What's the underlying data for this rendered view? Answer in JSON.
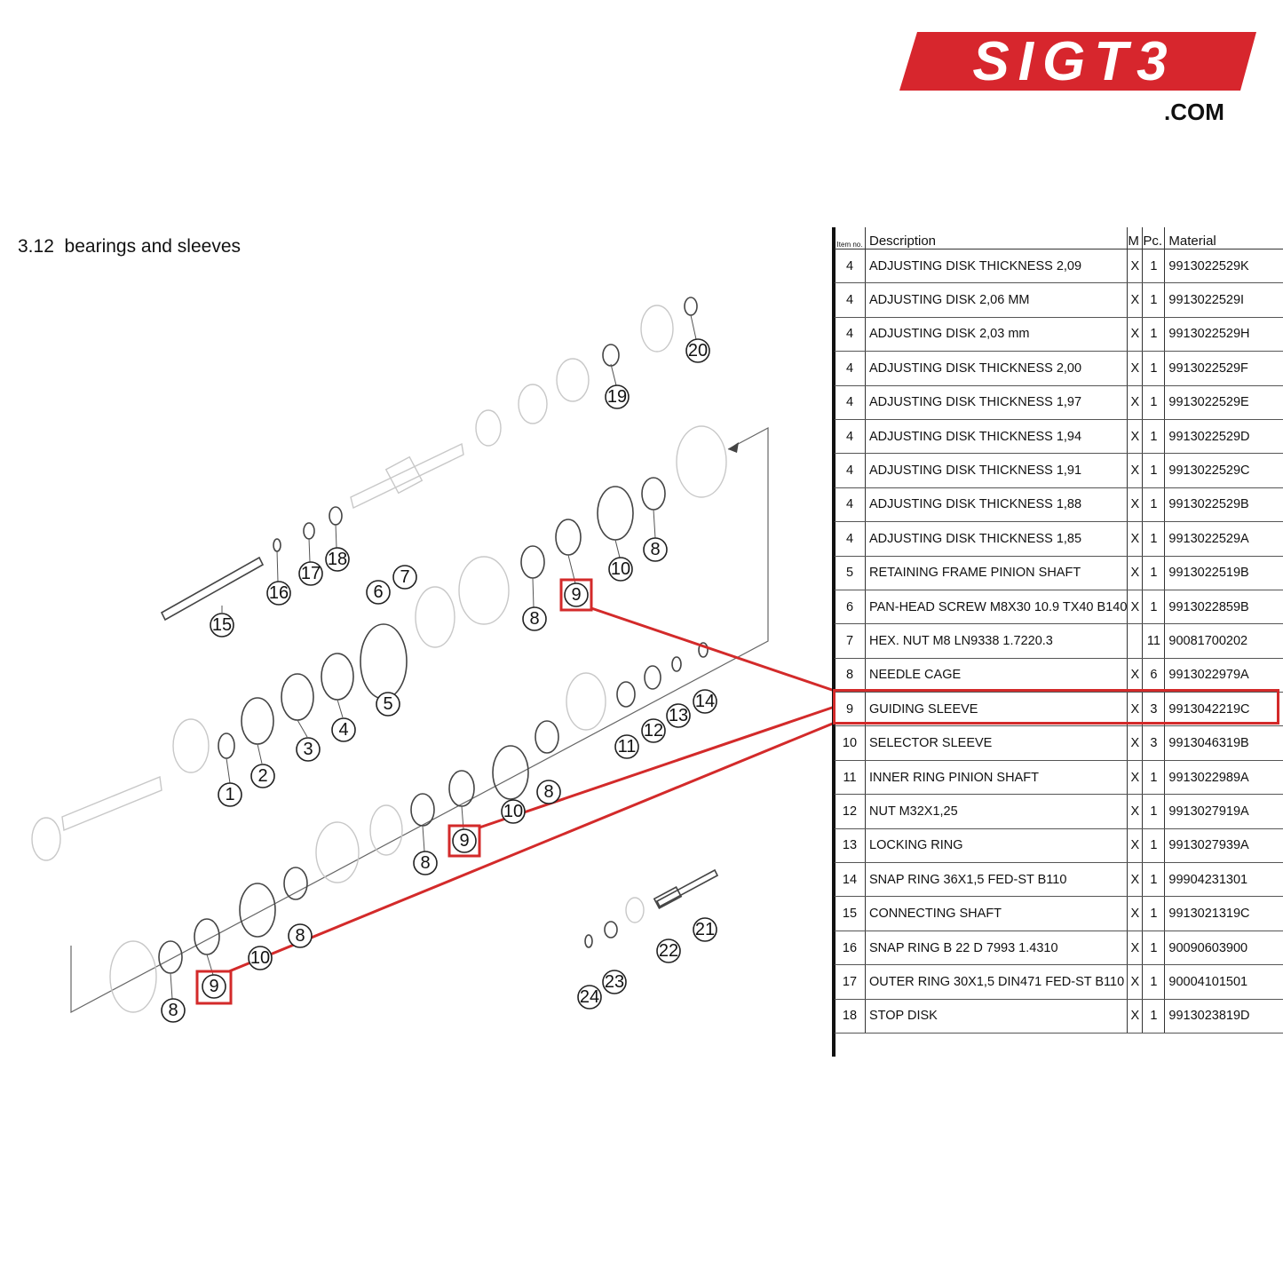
{
  "logo": {
    "brand": "SIGT3",
    "domain": ".COM",
    "brand_color": "#d7262d"
  },
  "section_title": "3.12  bearings and sleeves",
  "table": {
    "headers": {
      "item_no": "Item no.",
      "description": "Description",
      "m": "M",
      "pc": "Pc.",
      "material": "Material"
    },
    "rows": [
      {
        "item": "4",
        "description": "ADJUSTING DISK THICKNESS 2,09",
        "m": "X",
        "pc": "1",
        "material": "9913022529K"
      },
      {
        "item": "4",
        "description": "ADJUSTING DISK 2,06 MM",
        "m": "X",
        "pc": "1",
        "material": "9913022529I"
      },
      {
        "item": "4",
        "description": "ADJUSTING DISK 2,03 mm",
        "m": "X",
        "pc": "1",
        "material": "9913022529H"
      },
      {
        "item": "4",
        "description": "ADJUSTING DISK THICKNESS 2,00",
        "m": "X",
        "pc": "1",
        "material": "9913022529F"
      },
      {
        "item": "4",
        "description": "ADJUSTING DISK THICKNESS 1,97",
        "m": "X",
        "pc": "1",
        "material": "9913022529E"
      },
      {
        "item": "4",
        "description": "ADJUSTING DISK THICKNESS 1,94",
        "m": "X",
        "pc": "1",
        "material": "9913022529D"
      },
      {
        "item": "4",
        "description": "ADJUSTING DISK THICKNESS 1,91",
        "m": "X",
        "pc": "1",
        "material": "9913022529C"
      },
      {
        "item": "4",
        "description": "ADJUSTING DISK THICKNESS 1,88",
        "m": "X",
        "pc": "1",
        "material": "9913022529B"
      },
      {
        "item": "4",
        "description": "ADJUSTING DISK THICKNESS 1,85",
        "m": "X",
        "pc": "1",
        "material": "9913022529A"
      },
      {
        "item": "5",
        "description": "RETAINING FRAME PINION SHAFT",
        "m": "X",
        "pc": "1",
        "material": "9913022519B"
      },
      {
        "item": "6",
        "description": "PAN-HEAD SCREW M8X30 10.9 TX40 B140",
        "m": "X",
        "pc": "1",
        "material": "9913022859B"
      },
      {
        "item": "7",
        "description": "HEX. NUT M8 LN9338 1.7220.3",
        "m": "",
        "pc": "11",
        "material": "90081700202"
      },
      {
        "item": "8",
        "description": "NEEDLE CAGE",
        "m": "X",
        "pc": "6",
        "material": "9913022979A"
      },
      {
        "item": "9",
        "description": "GUIDING SLEEVE",
        "m": "X",
        "pc": "3",
        "material": "9913042219C"
      },
      {
        "item": "10",
        "description": "SELECTOR SLEEVE",
        "m": "X",
        "pc": "3",
        "material": "9913046319B"
      },
      {
        "item": "11",
        "description": "INNER RING PINION SHAFT",
        "m": "X",
        "pc": "1",
        "material": "9913022989A"
      },
      {
        "item": "12",
        "description": "NUT M32X1,25",
        "m": "X",
        "pc": "1",
        "material": "9913027919A"
      },
      {
        "item": "13",
        "description": "LOCKING RING",
        "m": "X",
        "pc": "1",
        "material": "9913027939A"
      },
      {
        "item": "14",
        "description": "SNAP RING 36X1,5 FED-ST B110",
        "m": "X",
        "pc": "1",
        "material": "99904231301"
      },
      {
        "item": "15",
        "description": "CONNECTING SHAFT",
        "m": "X",
        "pc": "1",
        "material": "9913021319C"
      },
      {
        "item": "16",
        "description": "SNAP RING B 22 D 7993 1.4310",
        "m": "X",
        "pc": "1",
        "material": "90090603900"
      },
      {
        "item": "17",
        "description": "OUTER RING 30X1,5 DIN471 FED-ST B110",
        "m": "X",
        "pc": "1",
        "material": "90004101501"
      },
      {
        "item": "18",
        "description": "STOP DISK",
        "m": "X",
        "pc": "1",
        "material": "9913023819D"
      }
    ]
  },
  "callouts": [
    "1",
    "2",
    "3",
    "4",
    "5",
    "6",
    "7",
    "8",
    "8",
    "8",
    "8",
    "8",
    "8",
    "9",
    "9",
    "9",
    "10",
    "10",
    "10",
    "11",
    "12",
    "13",
    "14",
    "15",
    "16",
    "17",
    "18",
    "19",
    "20",
    "21",
    "22",
    "23",
    "24"
  ],
  "highlight_color": "#d32a2a",
  "highlighted_item": "9"
}
